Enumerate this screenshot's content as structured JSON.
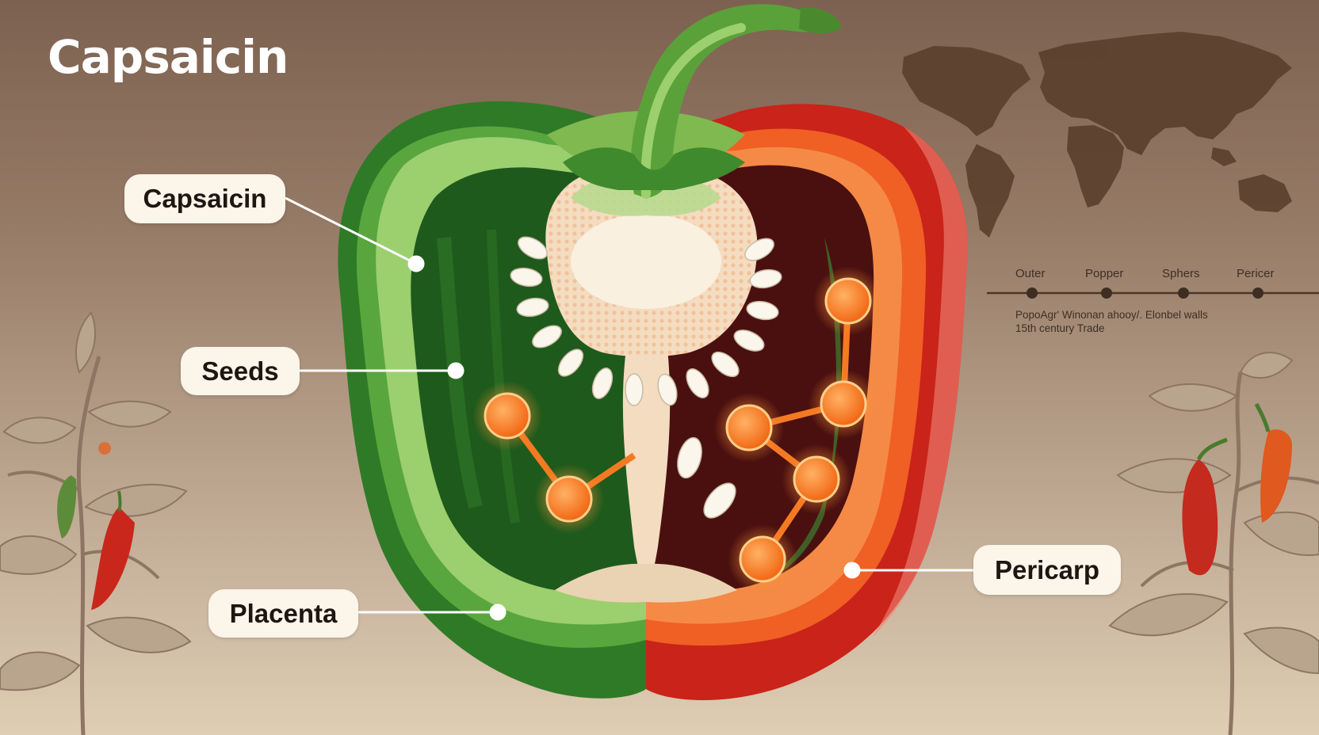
{
  "title": "Capsaicin",
  "callouts": [
    {
      "id": "capsaicin",
      "label": "Capsaicin"
    },
    {
      "id": "seeds",
      "label": "Seeds"
    },
    {
      "id": "placenta",
      "label": "Placenta"
    },
    {
      "id": "pericarp",
      "label": "Pericarp"
    }
  ],
  "timeline": {
    "points": [
      "Outer",
      "Popper",
      "Sphers",
      "Pericer"
    ],
    "note_line1": "PopoAgr' Winonan ahooy/. Elonbel walls",
    "note_line2": "15th century Trade"
  },
  "colors": {
    "pepper_green": "#4f9a38",
    "pepper_red": "#cf2a1c",
    "pepper_orange": "#f26a2a",
    "molecule_orange": "#f47a22",
    "label_bg": "#fbf5ea",
    "map_brown": "#5a3f2c"
  },
  "icons": {
    "world_map": "world-map-icon",
    "pepper_plant": "chili-plant-icon"
  }
}
